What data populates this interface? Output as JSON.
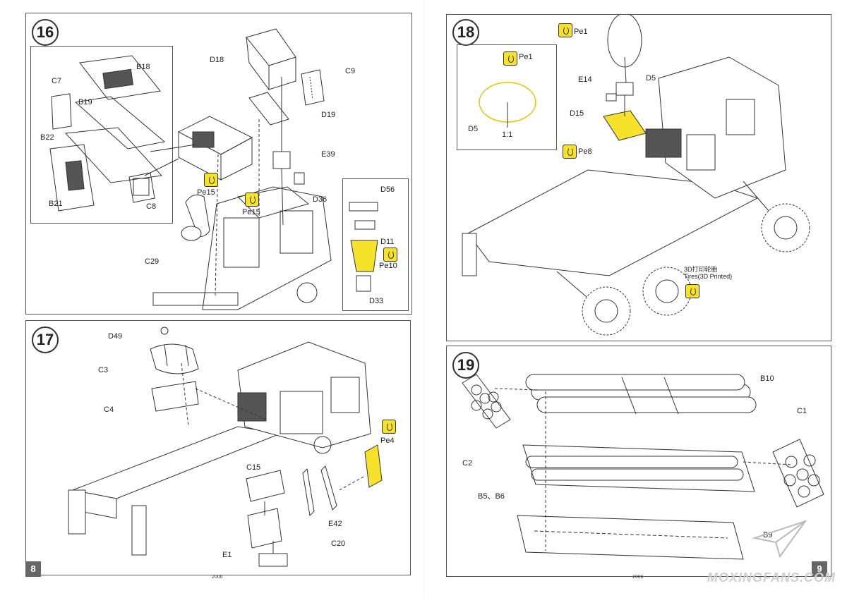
{
  "pages": {
    "left_number": "8",
    "right_number": "9",
    "left_code": "2006",
    "right_code": "2006"
  },
  "step16": {
    "number": "16",
    "labels": {
      "b18": "B18",
      "c7": "C7",
      "b19": "B19",
      "b22": "B22",
      "b21": "B21",
      "c8": "C8",
      "d18": "D18",
      "c9": "C9",
      "d19": "D19",
      "e39": "E39",
      "d36": "D36",
      "pe15a": "Pe15",
      "pe15b": "Pe15",
      "c29": "C29",
      "d56": "D56",
      "d11": "D11",
      "pe10": "Pe10",
      "d33": "D33"
    }
  },
  "step17": {
    "number": "17",
    "labels": {
      "d49": "D49",
      "c3": "C3",
      "c4": "C4",
      "c15": "C15",
      "pe4": "Pe4",
      "e42": "E42",
      "c20": "C20",
      "e1": "E1"
    }
  },
  "step18": {
    "number": "18",
    "labels": {
      "pe1a": "Pe1",
      "pe1b": "Pe1",
      "d5a": "D5",
      "d5b": "D5",
      "scale": "1:1",
      "e14": "E14",
      "d15": "D15",
      "pe8": "Pe8",
      "tires_cn": "3D打印轮胎",
      "tires_en": "Tires(3D Printed)"
    }
  },
  "step19": {
    "number": "19",
    "labels": {
      "b10": "B10",
      "c1": "C1",
      "c2": "C2",
      "b5b6": "B5、B6",
      "b9": "B9"
    }
  },
  "watermark": "MOXINGFANS.COM",
  "colors": {
    "highlight": "#f6e12b",
    "line": "#333333"
  }
}
